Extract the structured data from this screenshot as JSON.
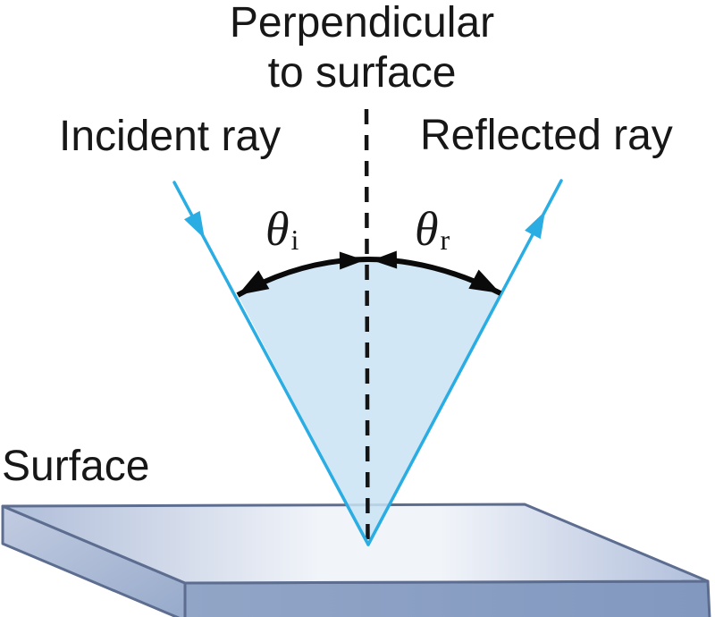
{
  "labels": {
    "normal_line1": "Perpendicular",
    "normal_line2": "to surface",
    "incident_ray": "Incident ray",
    "reflected_ray": "Reflected ray",
    "surface": "Surface",
    "theta": "θ",
    "incidence_subscript": "i",
    "reflection_subscript": "r"
  },
  "colors": {
    "background": "#ffffff",
    "text": "#171717",
    "ray": "#2aade3",
    "wedge_fill": "#c9e3f4",
    "normal_dash": "#141414",
    "angle_arc": "#0a0a0a",
    "slab_edge": "#5c6d90",
    "slab_top_left": "#aebcd8",
    "slab_top_mid": "#f1f4f9",
    "slab_top_right": "#b0bedb",
    "slab_front_left": "#91a5c7",
    "slab_front_right": "#8298bf",
    "slab_side_light": "#c2cce1",
    "slab_side_dark": "#97aacb"
  }
}
